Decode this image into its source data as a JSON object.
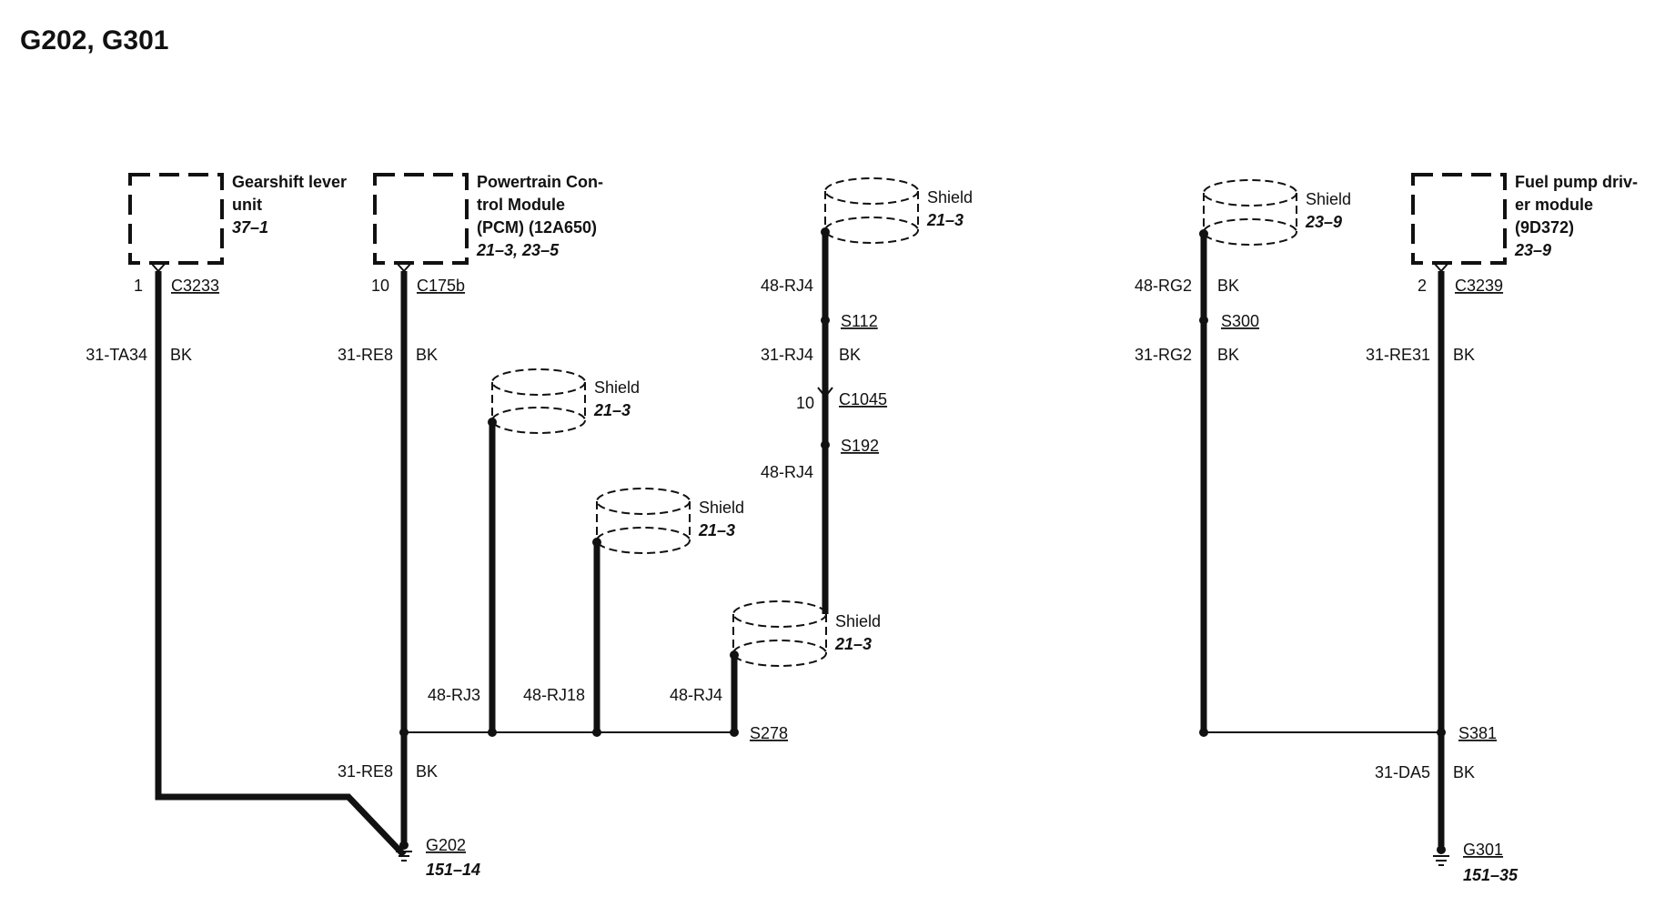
{
  "title": "G202, G301",
  "components": {
    "gearshift": {
      "line1": "Gearshift lever",
      "line2": "unit",
      "ref": "37–1"
    },
    "pcm": {
      "line1": "Powertrain Con-",
      "line2": "trol Module",
      "line3": "(PCM) (12A650)",
      "ref": "21–3, 23–5"
    },
    "fuel_pump": {
      "line1": "Fuel pump driv-",
      "line2": "er module",
      "line3": "(9D372)",
      "ref": "23–9"
    }
  },
  "shields": {
    "s1": {
      "label": "Shield",
      "ref": "21–3"
    },
    "s2": {
      "label": "Shield",
      "ref": "21–3"
    },
    "s3": {
      "label": "Shield",
      "ref": "21–3"
    },
    "s4": {
      "label": "Shield",
      "ref": "21–3"
    },
    "s5": {
      "label": "Shield",
      "ref": "23–9"
    }
  },
  "connectors": {
    "c3233": {
      "pin": "1",
      "name": "C3233"
    },
    "c175b": {
      "pin": "10",
      "name": "C175b"
    },
    "c1045": {
      "pin": "10",
      "name": "C1045"
    },
    "c3239": {
      "pin": "2",
      "name": "C3239"
    }
  },
  "splices": {
    "s112": "S112",
    "s192": "S192",
    "s278": "S278",
    "s300": "S300",
    "s381": "S381"
  },
  "wires": {
    "ta34": {
      "circuit": "31-TA34",
      "color": "BK"
    },
    "re8_top": {
      "circuit": "31-RE8",
      "color": "BK"
    },
    "rj3": {
      "circuit": "48-RJ3"
    },
    "rj18": {
      "circuit": "48-RJ18"
    },
    "rj4_low": {
      "circuit": "48-RJ4"
    },
    "rj4_top": {
      "circuit": "48-RJ4"
    },
    "rj4_31": {
      "circuit": "31-RJ4",
      "color": "BK"
    },
    "rj4_mid": {
      "circuit": "48-RJ4"
    },
    "re8_bottom": {
      "circuit": "31-RE8",
      "color": "BK"
    },
    "rg2_top": {
      "circuit": "48-RG2",
      "color": "BK"
    },
    "rg2_31": {
      "circuit": "31-RG2",
      "color": "BK"
    },
    "re31": {
      "circuit": "31-RE31",
      "color": "BK"
    },
    "da5": {
      "circuit": "31-DA5",
      "color": "BK"
    }
  },
  "grounds": {
    "g202": {
      "name": "G202",
      "ref": "151–14"
    },
    "g301": {
      "name": "G301",
      "ref": "151–35"
    }
  }
}
